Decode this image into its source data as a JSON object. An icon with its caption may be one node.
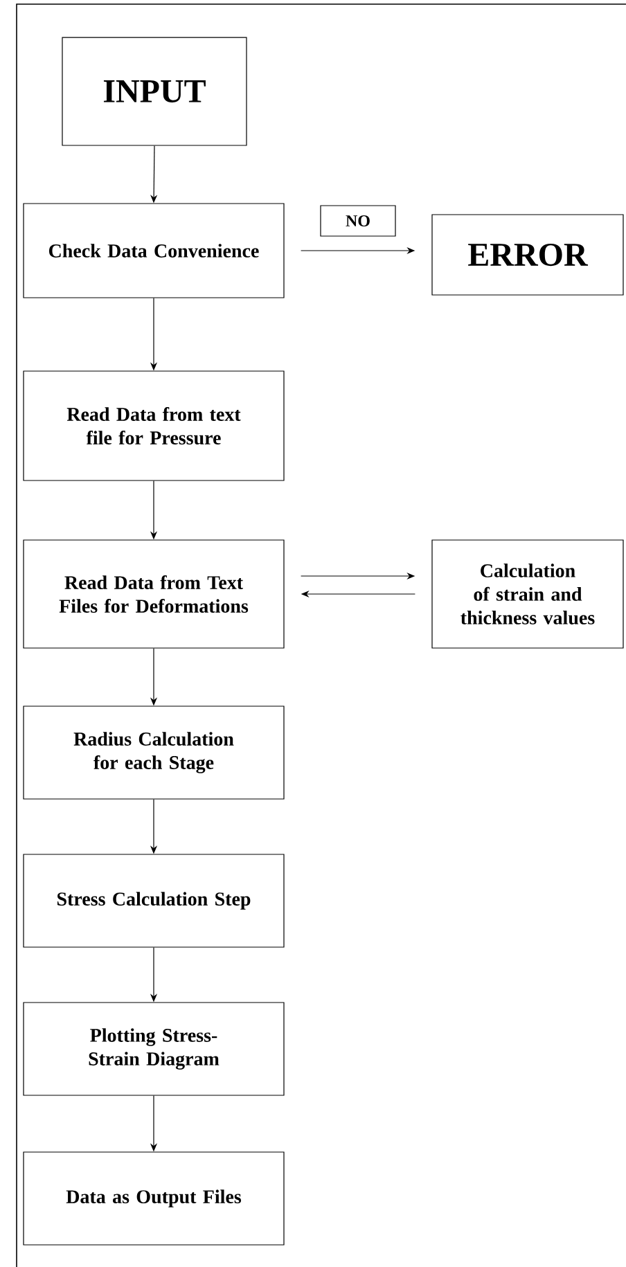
{
  "diagram": {
    "nodes": [
      {
        "text": [
          "INPUT"
        ]
      },
      {
        "text": [
          "Check Data Convenience"
        ]
      },
      {
        "text": [
          "ERROR"
        ]
      },
      {
        "text": [
          "Read Data from text file for Pressure"
        ]
      },
      {
        "text": [
          "Read Data from Text Files for Deformations"
        ]
      },
      {
        "text": [
          "Calculation of strain and thickness values"
        ]
      },
      {
        "text": [
          "Radius Calculation for each Stage"
        ]
      },
      {
        "text": [
          "Stress Calculation Step"
        ]
      },
      {
        "text": [
          "Plotting Stress-Strain Diagram"
        ]
      },
      {
        "text": [
          "Data as Output Files"
        ]
      }
    ],
    "edges": [
      {
        "from": 0,
        "to": 1,
        "arrow": "to"
      },
      {
        "from": 1,
        "to": 2,
        "arrow": "to",
        "label": "NO"
      },
      {
        "from": 1,
        "to": 3,
        "arrow": "to"
      },
      {
        "from": 3,
        "to": 4,
        "arrow": "to"
      },
      {
        "from": 5,
        "to": 4,
        "arrow": "to"
      },
      {
        "from": 4,
        "to": 5,
        "arrow": "to"
      },
      {
        "from": 4,
        "to": 6,
        "arrow": "to"
      },
      {
        "from": 6,
        "to": 7,
        "arrow": "to"
      },
      {
        "from": 7,
        "to": 8,
        "arrow": "to"
      },
      {
        "from": 8,
        "to": 9,
        "arrow": "to"
      }
    ]
  }
}
